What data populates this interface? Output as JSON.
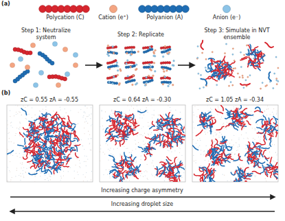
{
  "diagram": {
    "labels": [
      "(a)",
      "Step 1: Neutralize system",
      "Step 2: Replicate",
      "Step 3: Simulate in NVT ensemble",
      "(b)",
      "zC = 0.55 zA = -0.55",
      "zC = 0.64 zA = -0.30",
      "zC = 1.05 zA = -0.34",
      "Increasing charge asymmetry",
      "Increasing droplet size"
    ],
    "legend": [
      {
        "text": "Polycation (C)",
        "color": "#d7262e"
      },
      {
        "text": "Cation (e⁺)",
        "color": "#f4a582"
      },
      {
        "text": "Polyanion (A)",
        "color": "#1f6db4"
      },
      {
        "text": "Anion (e⁻)",
        "color": "#8cc4e8"
      }
    ]
  }
}
